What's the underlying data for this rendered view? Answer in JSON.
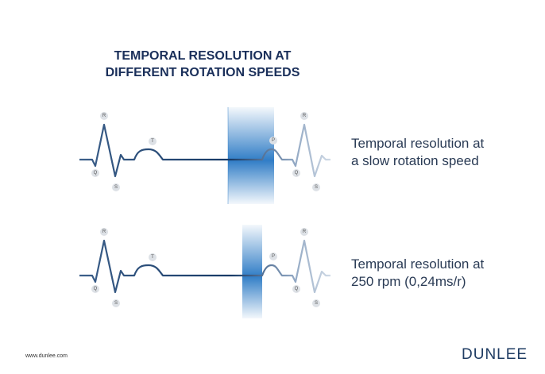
{
  "title": {
    "line1": "TEMPORAL RESOLUTION AT",
    "line2": "DIFFERENT ROTATION SPEEDS"
  },
  "panels": [
    {
      "caption1": "Temporal resolution at",
      "caption2": "a slow rotation speed",
      "labels": [
        "R",
        "Q",
        "S",
        "T",
        "P",
        "R",
        "Q",
        "S"
      ]
    },
    {
      "caption1": "Temporal resolution at",
      "caption2": "250 rpm (0,24ms/r)",
      "labels": [
        "R",
        "Q",
        "S",
        "T",
        "P",
        "R",
        "Q",
        "S"
      ]
    }
  ],
  "footer": {
    "url": "www.dunlee.com",
    "logo": "DUNLEE"
  },
  "colors": {
    "ecg": "#173a66",
    "band": "#1a6fc0",
    "title": "#1a2f5a"
  }
}
